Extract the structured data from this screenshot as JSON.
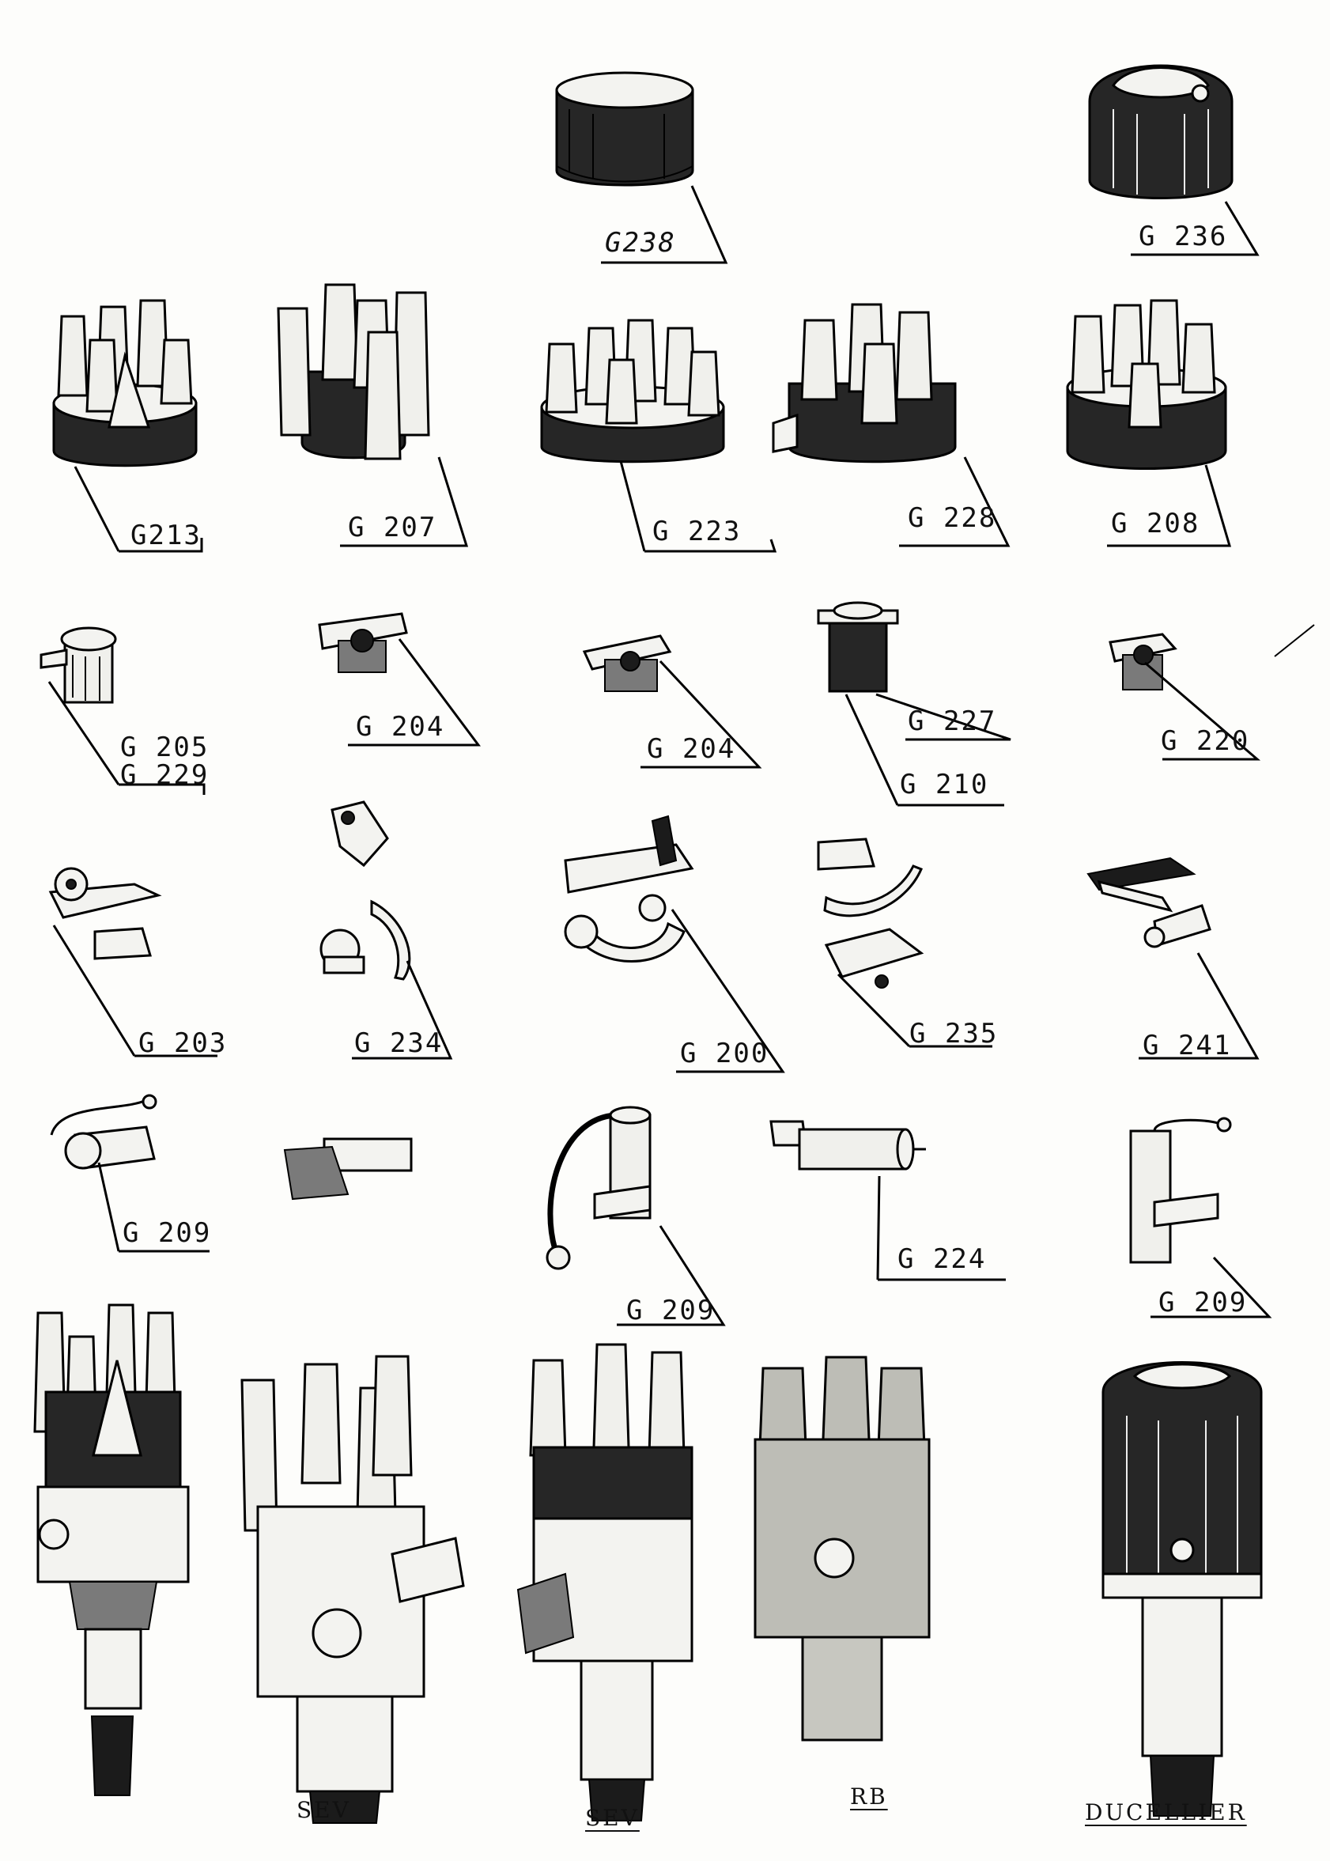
{
  "labels": {
    "g238": "G238",
    "g236": "G 236",
    "g213": "G213",
    "g207": "G 207",
    "g223": "G 223",
    "g228": "G 228",
    "g208": "G 208",
    "g205": "G 205",
    "g229": "G 229",
    "g204a": "G 204",
    "g204b": "G 204",
    "g227": "G 227",
    "g210": "G 210",
    "g220": "G 220",
    "g203": "G 203",
    "g234": "G 234",
    "g200": "G 200",
    "g235": "G 235",
    "g241": "G 241",
    "g209a": "G 209",
    "g209b": "G 209",
    "g224": "G 224",
    "g209c": "G 209"
  },
  "brands": {
    "sev1": "SEV",
    "sev2": "SEV",
    "rb": "RB",
    "ducellier": "DUCELLIER"
  }
}
